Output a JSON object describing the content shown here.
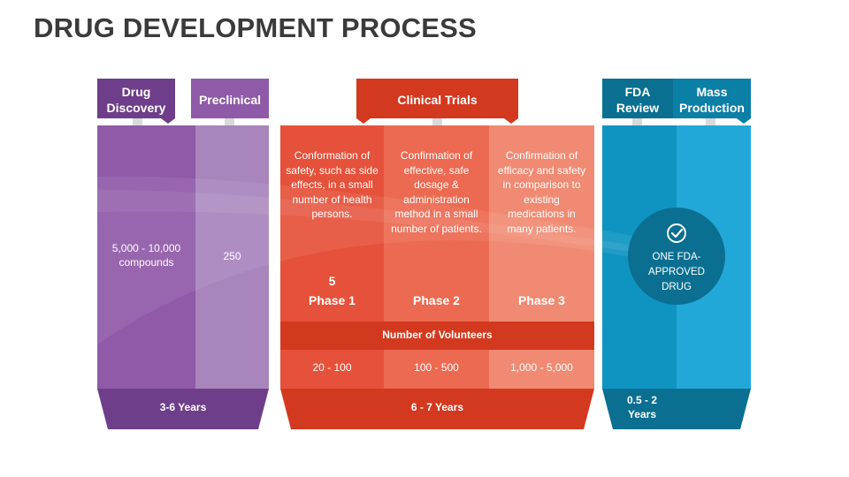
{
  "title": "DRUG DEVELOPMENT PROCESS",
  "stages": {
    "drug_discovery": {
      "header": "Drug Discovery",
      "value": "5,000 - 10,000 compounds"
    },
    "preclinical": {
      "header": "Preclinical",
      "value": "250"
    },
    "clinical_trials": {
      "header": "Clinical Trials",
      "phases": [
        {
          "label": "Phase",
          "number": "1",
          "volunteers_head": "5",
          "description": "Conformation of safety, such as side effects, in a small number of health persons.",
          "volunteers": "20 - 100"
        },
        {
          "label": "Phase",
          "number": "2",
          "volunteers_head": "",
          "description": "Confirmation of effective, safe dosage & administration method in a small number of patients.",
          "volunteers": "100 - 500"
        },
        {
          "label": "Phase",
          "number": "3",
          "volunteers_head": "",
          "description": "Confirmation of efficacy and safety in comparison to existing medications in many patients.",
          "volunteers": "1,000 - 5,000"
        }
      ],
      "volunteers_label": "Number of Volunteers"
    },
    "fda_review": {
      "header": "FDA Review"
    },
    "mass_production": {
      "header": "Mass Production"
    }
  },
  "outcome": "ONE FDA-APPROVED DRUG",
  "durations": {
    "discovery_preclinical": "3-6 Years",
    "clinical": "6 - 7 Years",
    "fda_production": "0.5 - 2 Years"
  },
  "colors": {
    "purple_dark": "#7a4a94",
    "purple_mid": "#8f5aa8",
    "purple_light": "#a885bd",
    "red_dark": "#d3391f",
    "red_mid": "#e5513a",
    "red_light": "#f08a72",
    "blue_dark": "#0a6f91",
    "blue_mid": "#0f94c2",
    "blue_light": "#22a8d8"
  }
}
